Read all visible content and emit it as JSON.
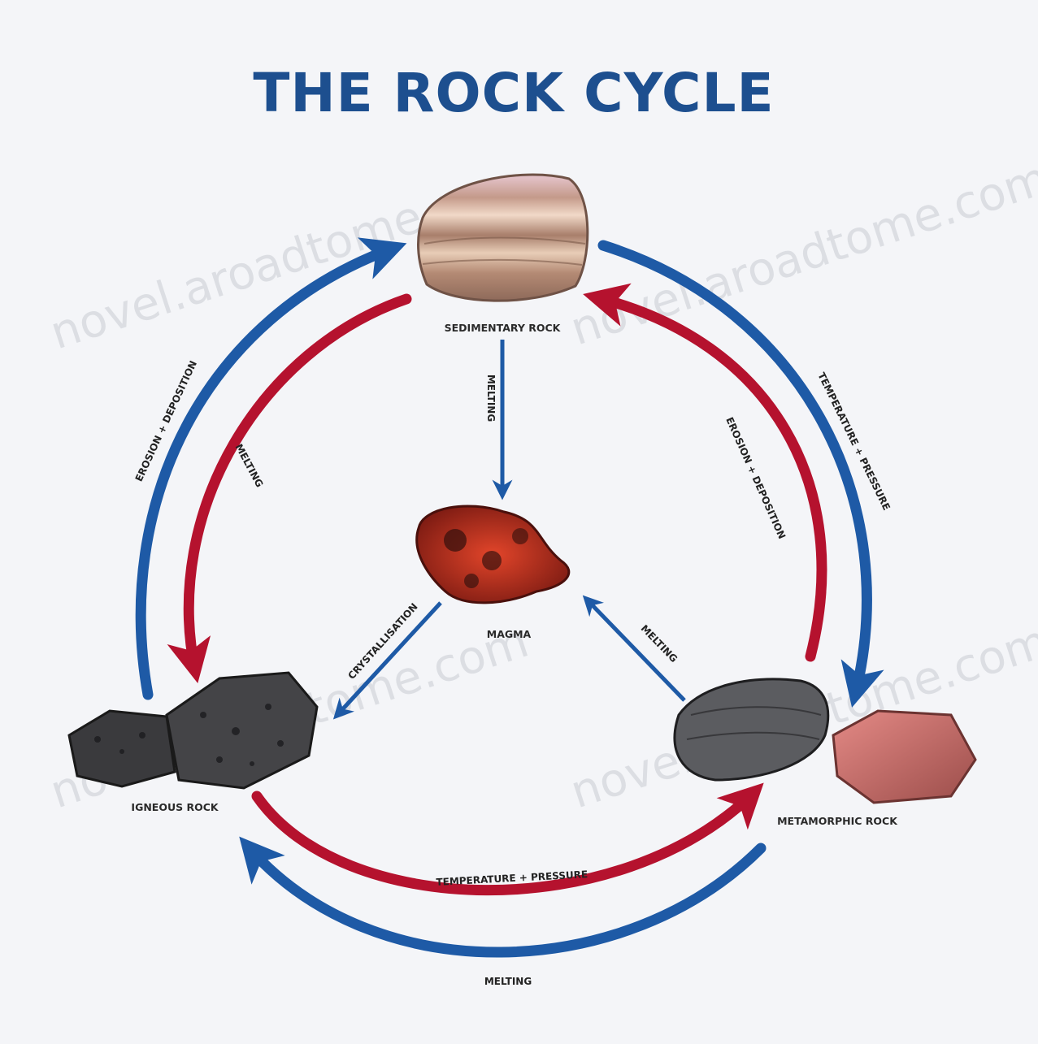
{
  "title": "THE ROCK CYCLE",
  "watermark": "novel.aroadtome.com",
  "colors": {
    "title": "#1d4f8f",
    "blue_arrow": "#1e5aa6",
    "red_arrow": "#b5122e",
    "background": "#f4f5f8"
  },
  "nodes": {
    "sedimentary": {
      "label": "SEDIMENTARY ROCK"
    },
    "magma": {
      "label": "MAGMA"
    },
    "igneous": {
      "label": "IGNEOUS ROCK"
    },
    "metamorphic": {
      "label": "METAMORPHIC ROCK"
    }
  },
  "processes": {
    "ign_to_sed": "EROSION + DEPOSITION",
    "sed_to_ign": "MELTING",
    "sed_to_magma": "MELTING",
    "sed_to_met": "TEMPERATURE + PRESSURE",
    "met_to_sed": "EROSION + DEPOSITION",
    "magma_to_ign": "CRYSTALLISATION",
    "met_to_magma": "MELTING",
    "ign_to_met": "TEMPERATURE + PRESSURE",
    "met_to_ign": "MELTING"
  }
}
